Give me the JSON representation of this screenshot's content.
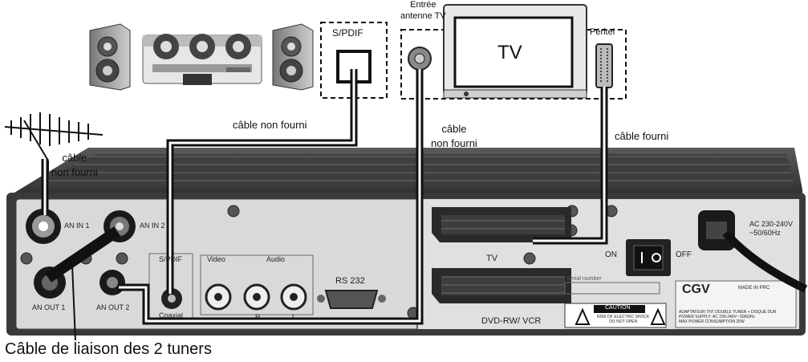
{
  "labels": {
    "spdif_box": "S/PDIF",
    "antenna_input": "Entrée\nantenne TV",
    "tv": "TV",
    "peritel": "Péritel",
    "cable_not_supplied_spdif": "câble non fourni",
    "cable_not_supplied_tv": "câble\nnon fourni",
    "cable_supplied": "câble fourni",
    "cable_not_supplied_antenna": "câble\nnon fourni",
    "tuner_link_cable": "Câble de liaison des 2 tuners"
  },
  "panel": {
    "an_in_1": "AN IN 1",
    "an_in_2": "AN IN 2",
    "an_out_1": "AN OUT 1",
    "an_out_2": "AN OUT 2",
    "spdif": "S/PDIF",
    "coaxial": "Coaxial",
    "video": "Video",
    "audio": "Audio",
    "audio_r": "R",
    "audio_l": "L",
    "rs232": "RS 232",
    "scart_tv": "TV",
    "scart_dvd": "DVD-RW/ VCR",
    "on": "ON",
    "off": "OFF",
    "power_spec": "AC 230-240V\n~50/60Hz",
    "serial_number": "Serial number",
    "caution": "CAUTION",
    "caution_text": "RISK OF ELECTRIC SHOCK\nDO NOT OPEN",
    "brand": "CGV",
    "made_in": "MADE IN PRC",
    "spec_lines": "ADAPTATEUR TNT DOUBLE TUNER + DISQUE DUR\nPOWER SUPPLY: AC 230-240V~ 50/60Hz\nMAX POWER CONSUMPTION 25W"
  },
  "colors": {
    "device_body": "#3a3a3a",
    "panel": "#d9d9d9",
    "cable": "#111111",
    "background": "#ffffff"
  }
}
